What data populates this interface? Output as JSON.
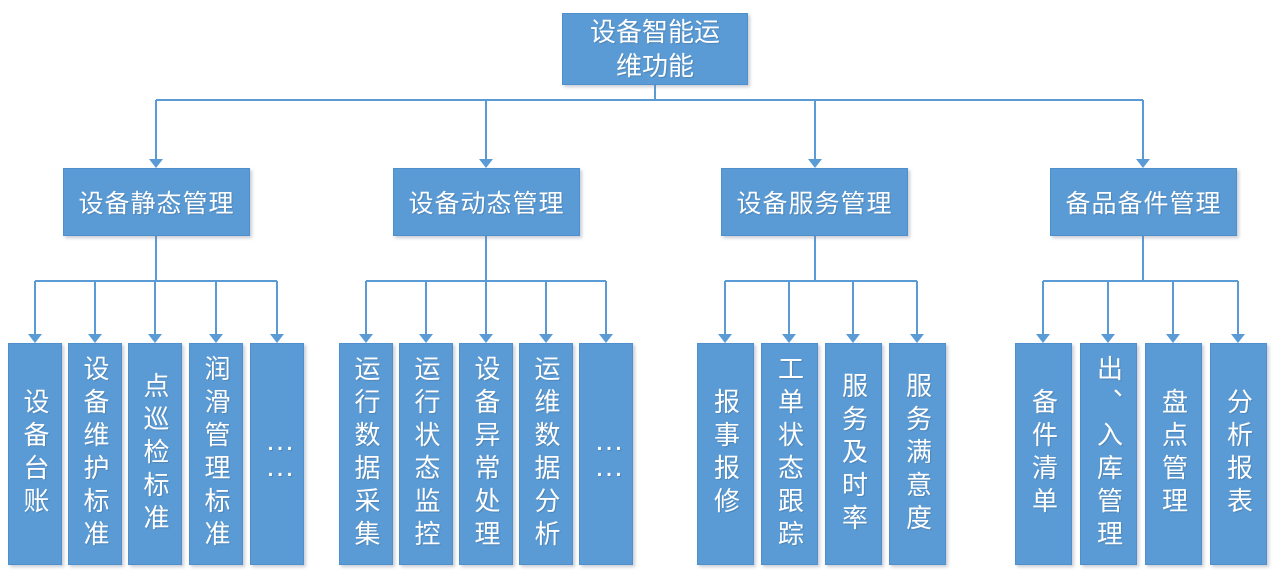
{
  "diagram_title": "设备智能运维功能",
  "colors": {
    "box_fill": "#5b9bd5",
    "box_border": "#4f8fcc",
    "connector": "#5b9bd5",
    "text": "#ffffff",
    "background": "#ffffff"
  },
  "root": {
    "label": "设备智能运\n维功能"
  },
  "branches": [
    {
      "label": "设备静态管理",
      "children": [
        {
          "label": "设备台账"
        },
        {
          "label": "设备维护标准"
        },
        {
          "label": "点巡检标准"
        },
        {
          "label": "润滑管理标准"
        },
        {
          "label": "……"
        }
      ]
    },
    {
      "label": "设备动态管理",
      "children": [
        {
          "label": "运行数据采集"
        },
        {
          "label": "运行状态监控"
        },
        {
          "label": "设备异常处理"
        },
        {
          "label": "运维数据分析"
        },
        {
          "label": "……"
        }
      ]
    },
    {
      "label": "设备服务管理",
      "children": [
        {
          "label": "报事报修"
        },
        {
          "label": "工单状态跟踪"
        },
        {
          "label": "服务及时率"
        },
        {
          "label": "服务满意度"
        }
      ]
    },
    {
      "label": "备品备件管理",
      "children": [
        {
          "label": "备件清单"
        },
        {
          "label": "出、入库管理"
        },
        {
          "label": "盘点管理"
        },
        {
          "label": "分析报表"
        }
      ]
    }
  ]
}
